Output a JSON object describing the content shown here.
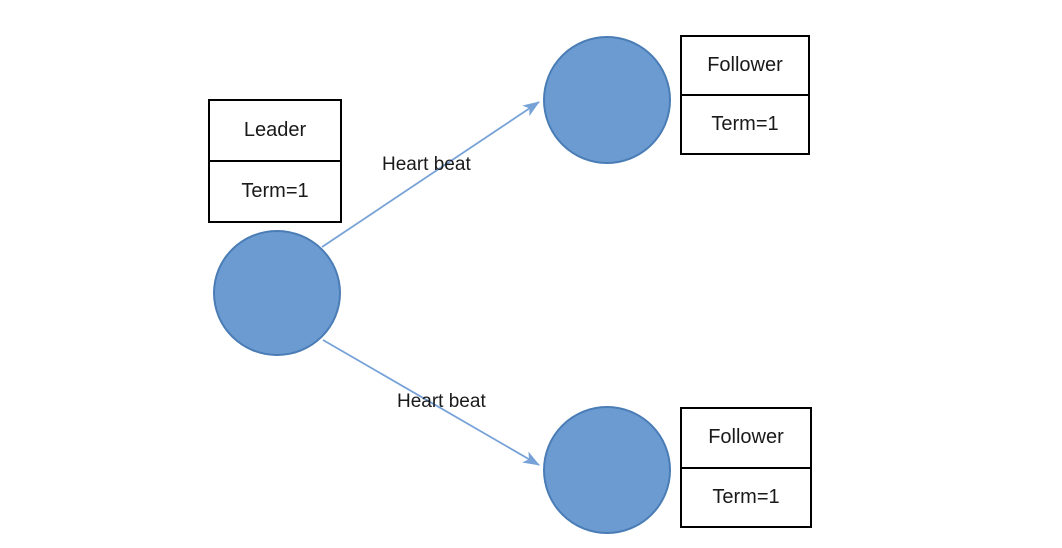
{
  "colors": {
    "background": "#ffffff",
    "node-fill": "#6c9bd2",
    "node-border": "#4a7cb5",
    "arrow": "#77a2d8",
    "box-border": "#000000",
    "box-fill": "#ffffff",
    "text": "#1a1a1a"
  },
  "nodes": {
    "leader": {
      "role": "Leader",
      "term": "Term=1"
    },
    "follower_top": {
      "role": "Follower",
      "term": "Term=1"
    },
    "follower_bottom": {
      "role": "Follower",
      "term": "Term=1"
    }
  },
  "edges": [
    {
      "label": "Heart beat"
    },
    {
      "label": "Heart beat"
    }
  ]
}
